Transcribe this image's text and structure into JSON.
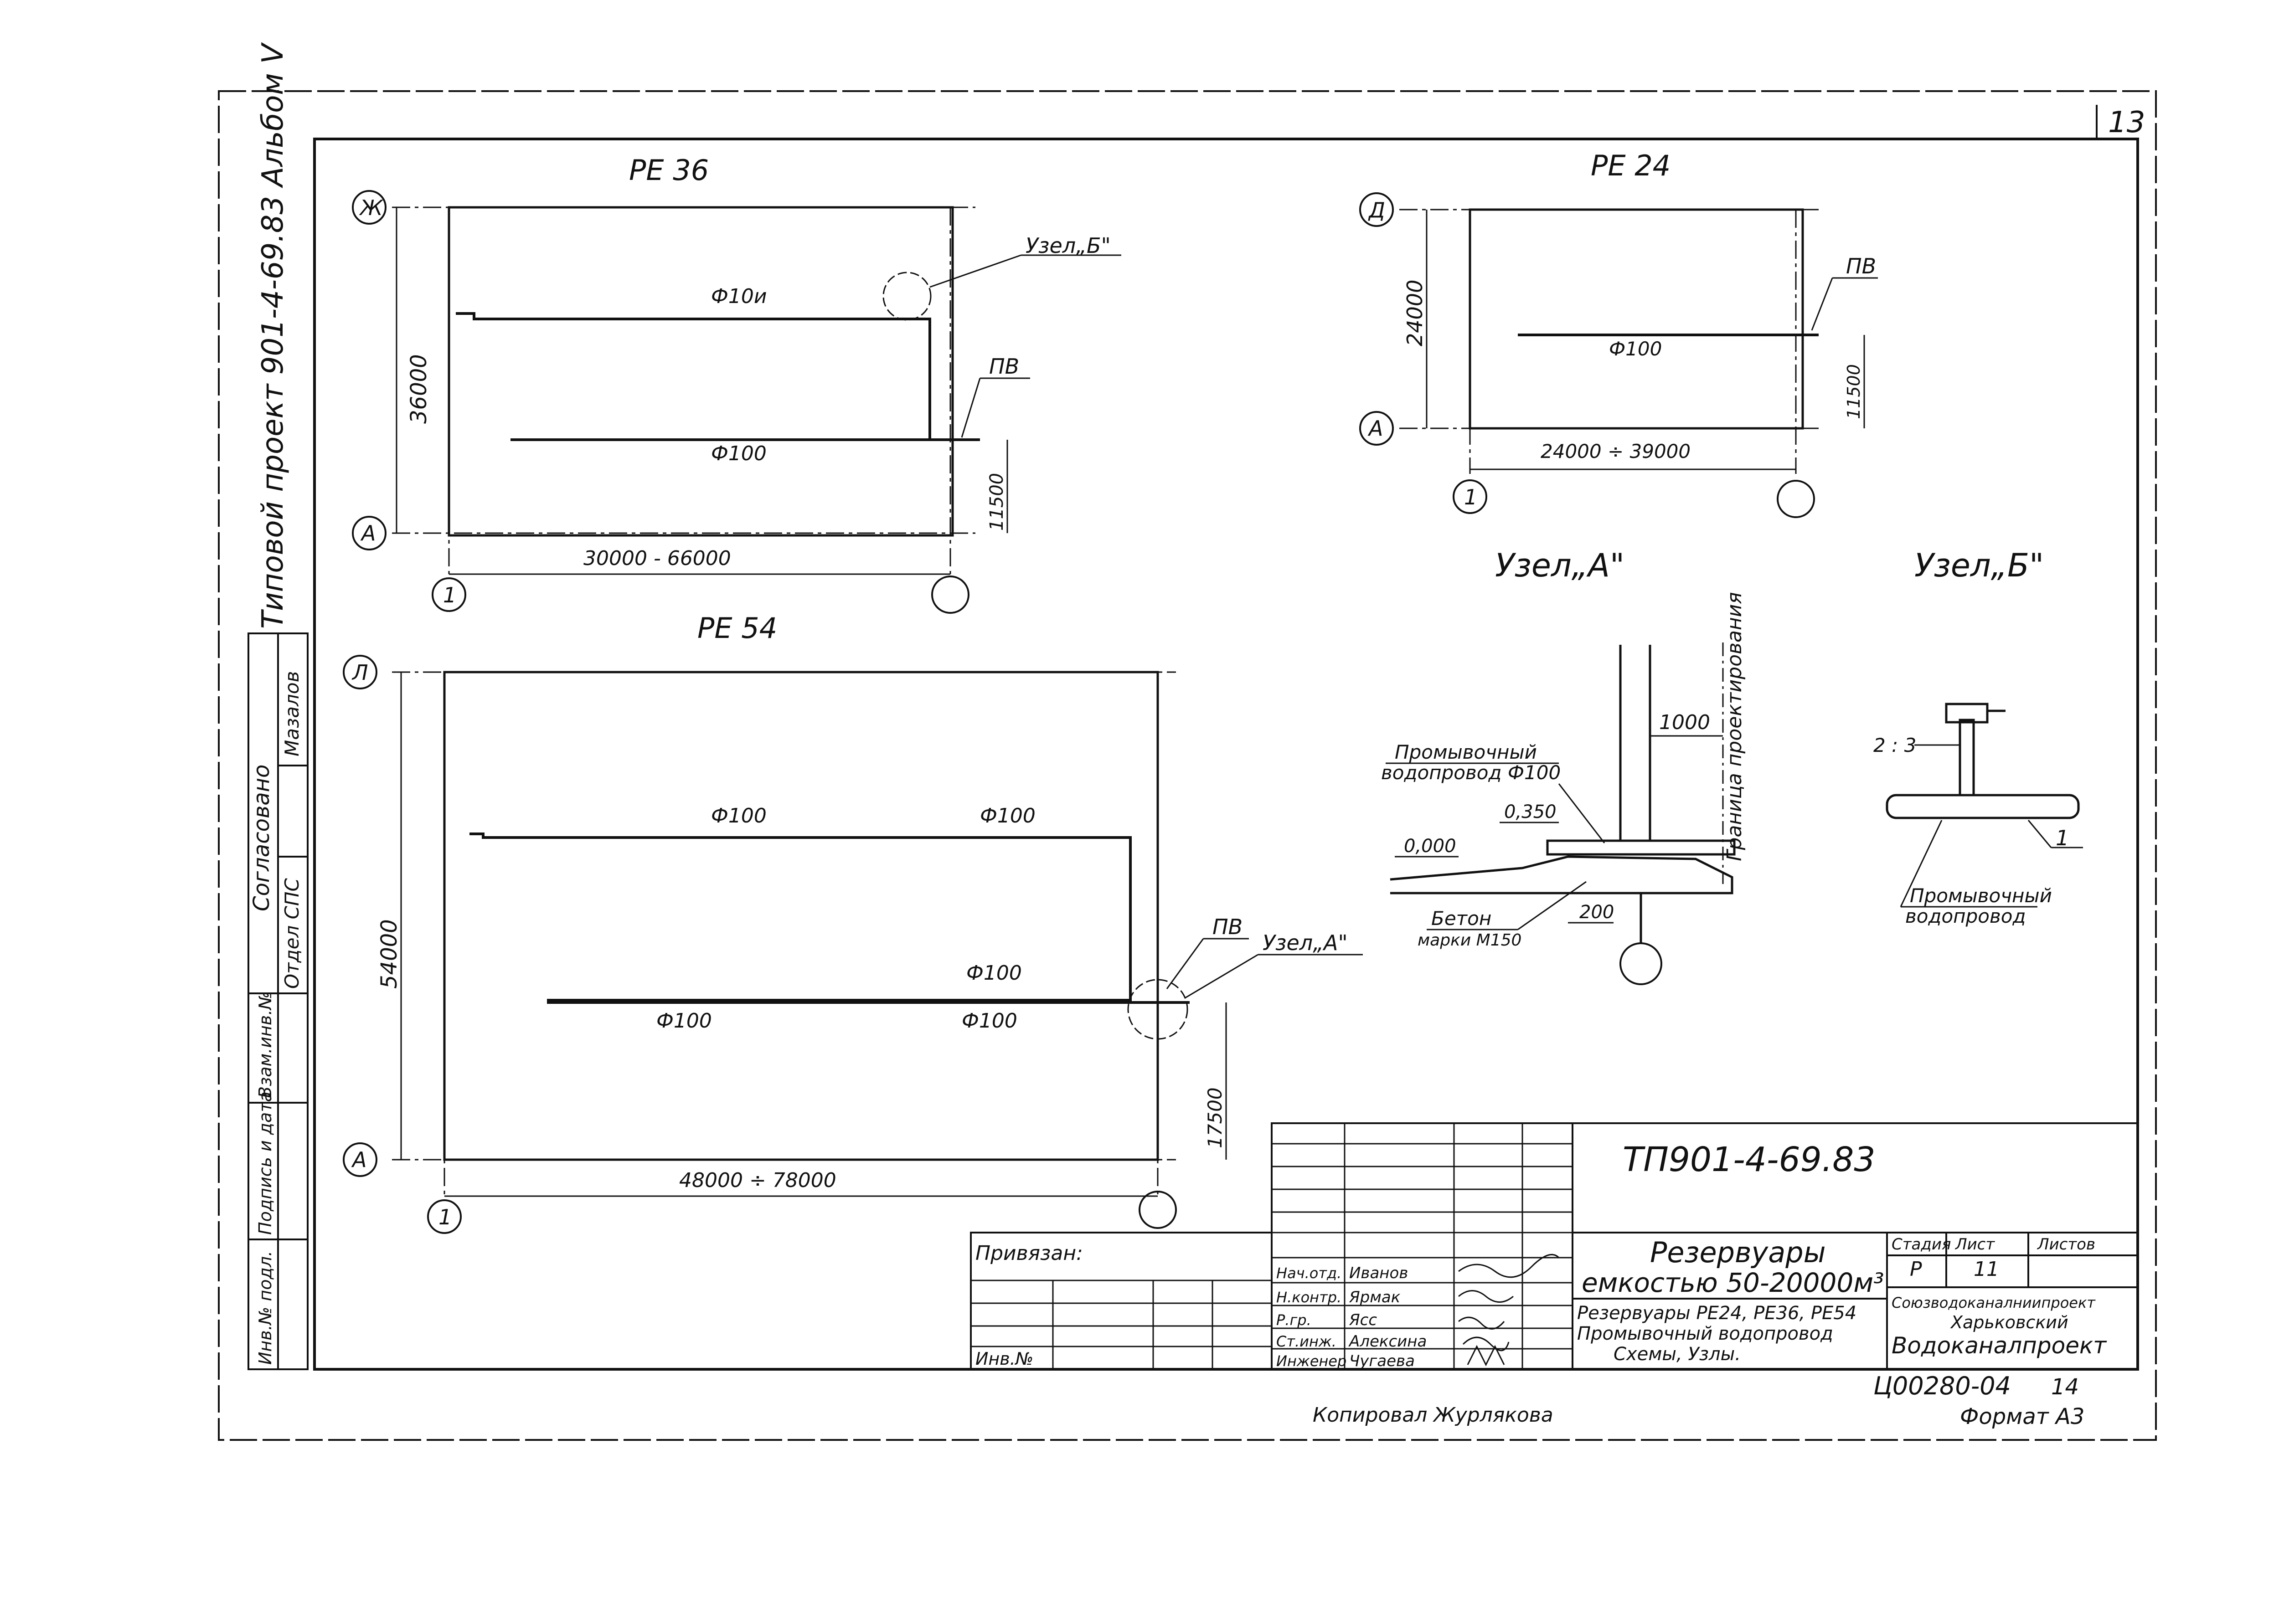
{
  "sheet": {
    "page_number": "13",
    "side_title": "Типовой проект 901-4-69.83 Альбом V",
    "doc_code": "ТП901-4-69.83",
    "bottom_left": "Копировал Журлякова",
    "format": "Формат А3"
  },
  "side_stamp": {
    "agreed": "Согласовано",
    "rows": [
      "Отдел СПС",
      "Мазалов"
    ],
    "cells": [
      "Взам.инв.№",
      "Подпись и дата",
      "Инв.№ подл."
    ]
  },
  "plans": {
    "pe36": {
      "title": "РЕ 36",
      "axis_top": "Ж",
      "axis_bottom": "А",
      "axis_left": "1",
      "dim_vertical": "36000",
      "dim_horizontal": "30000 - 66000",
      "dim_offset": "11500",
      "pipe_upper": "Ф10и",
      "pipe_lower": "Ф100",
      "node_label": "Узел„Б\"",
      "pv_label": "ПВ"
    },
    "pe24": {
      "title": "РЕ 24",
      "axis_top": "Д",
      "axis_bottom": "А",
      "axis_left": "1",
      "dim_vertical": "24000",
      "dim_horizontal": "24000 ÷ 39000",
      "dim_offset": "11500",
      "pipe": "Ф100",
      "pv_label": "ПВ"
    },
    "pe54": {
      "title": "РЕ 54",
      "axis_top": "Л",
      "axis_bottom": "А",
      "axis_left": "1",
      "dim_vertical": "54000",
      "dim_horizontal": "48000 ÷ 78000",
      "dim_offset": "17500",
      "pipes": [
        "Ф100",
        "Ф100",
        "Ф100",
        "Ф100",
        "Ф100"
      ],
      "node_label": "Узел„А\"",
      "pv_label": "ПВ"
    }
  },
  "node_a": {
    "title": "Узел„А\"",
    "boundary": "Граница проектирования",
    "dim_1000": "1000",
    "pipe_label_1": "Промывочный",
    "pipe_label_2": "водопровод Ф100",
    "level_1": "0,350",
    "level_2": "0,000",
    "concrete_1": "Бетон",
    "concrete_2": "марки М150",
    "dim_200": "200"
  },
  "node_b": {
    "title": "Узел„Б\"",
    "slope": "2 : 3",
    "marker": "1",
    "pipe_label_1": "Промывочный",
    "pipe_label_2": "водопровод"
  },
  "stamp": {
    "bound": "Привязан:",
    "inv_no": "Инв.№",
    "roles": [
      "Нач.отд.",
      "Н.контр.",
      "Р.гр.",
      "Ст.инж.",
      "Инженер"
    ],
    "names": [
      "Иванов",
      "Ярмак",
      "Ясс",
      "Алексина",
      "Чугаева"
    ],
    "title_1": "Резервуары",
    "title_2": "емкостью 50-20000м³",
    "desc_1": "Резервуары РЕ24, РЕ36, РЕ54",
    "desc_2": "Промывочный водопровод",
    "desc_3": "Схемы, Узлы.",
    "stage_header": "Стадия",
    "sheet_header": "Лист",
    "sheets_header": "Листов",
    "stage": "Р",
    "sheet": "11",
    "org_1": "Союзводоканалниипроект",
    "org_2": "Харьковский",
    "org_3": "Водоканалпроект",
    "order_no": "Ц00280-04",
    "order_sheet": "14"
  }
}
